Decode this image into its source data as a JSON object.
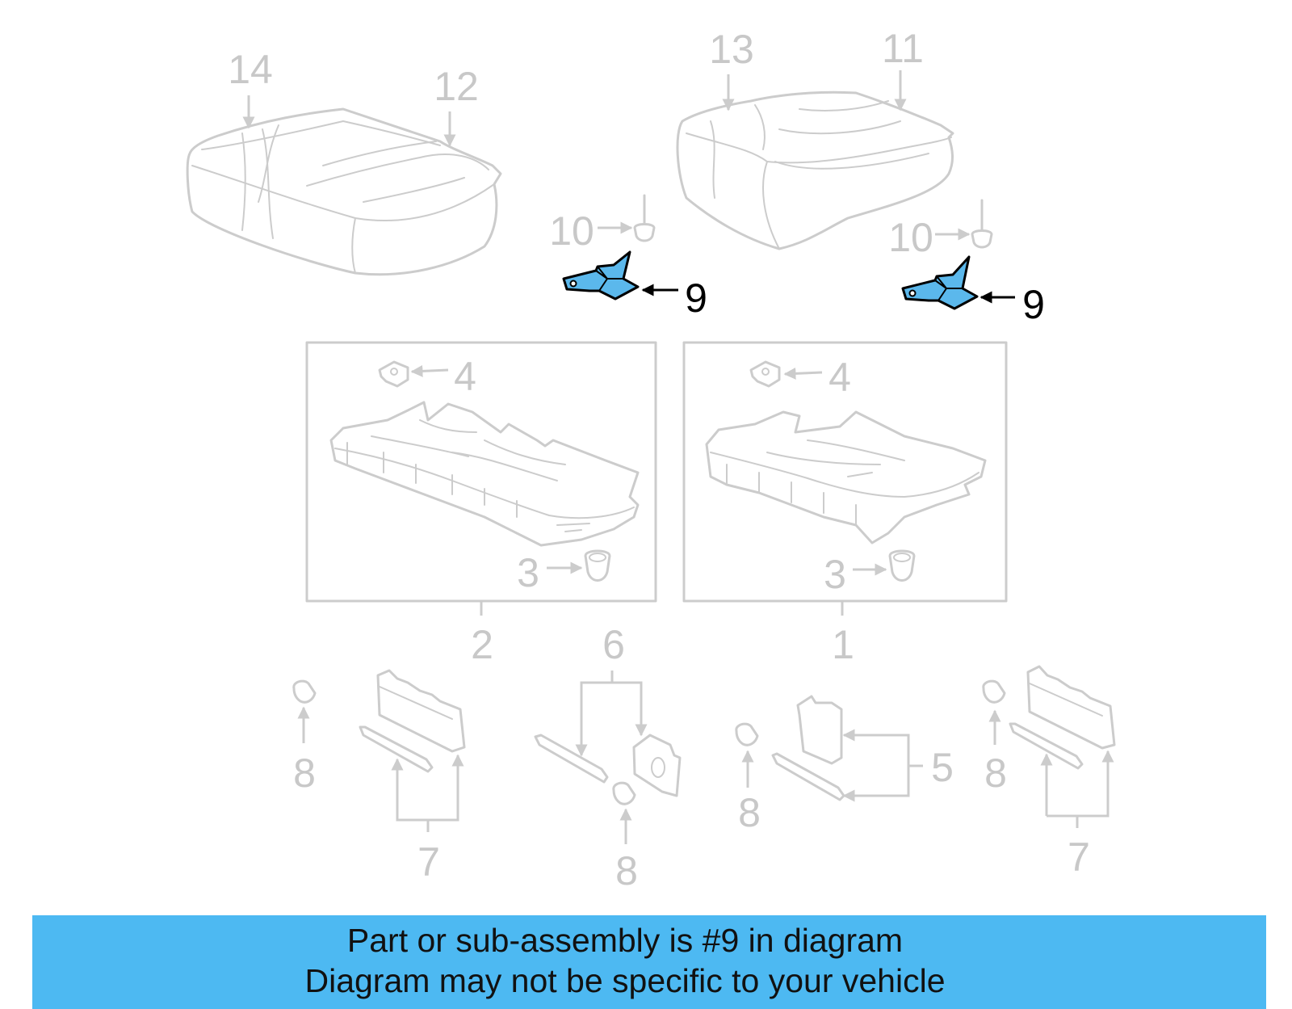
{
  "colors": {
    "highlight_part": "#5bb8ec",
    "banner_background": "#4db9f2",
    "faded_line": "#cccccc",
    "highlight_line": "#000000"
  },
  "callouts": {
    "c14": "14",
    "c12": "12",
    "c13": "13",
    "c11": "11",
    "c10_left": "10",
    "c10_right": "10",
    "c9_left": "9",
    "c9_right": "9",
    "c4_left": "4",
    "c4_right": "4",
    "c3_left": "3",
    "c3_right": "3",
    "c2": "2",
    "c1": "1",
    "c6": "6",
    "c5": "5",
    "c8_a": "8",
    "c8_b": "8",
    "c8_c": "8",
    "c8_d": "8",
    "c7_left": "7",
    "c7_right": "7"
  },
  "banner": {
    "line1": "Part or sub-assembly is #9 in diagram",
    "line2": "Diagram may not be specific to your vehicle"
  }
}
